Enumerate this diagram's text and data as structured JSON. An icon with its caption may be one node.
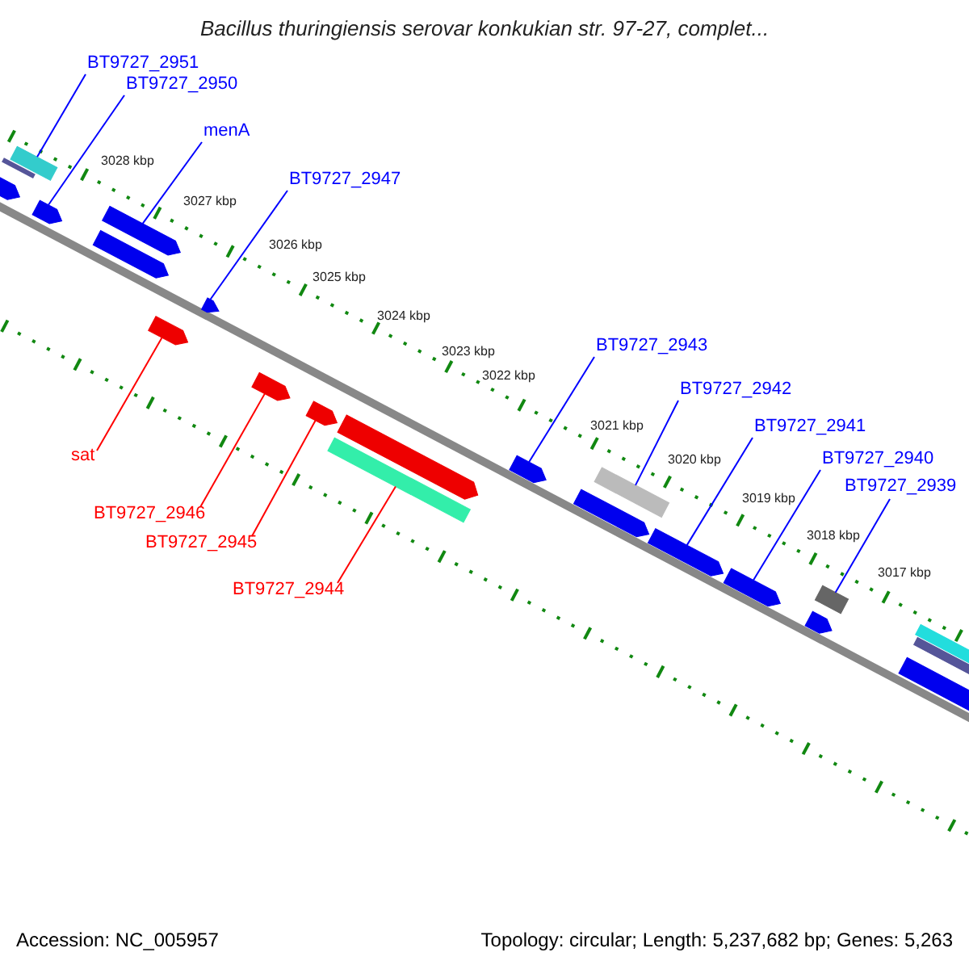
{
  "diagram": {
    "title": "Bacillus thuringiensis serovar konkukian str. 97-27, complet...",
    "nodes": [
      {
        "text": [
          "BT9727_2951"
        ]
      },
      {
        "text": [
          "BT9727_2950"
        ]
      },
      {
        "text": [
          "menA"
        ]
      },
      {
        "text": [
          "BT9727_2947"
        ]
      },
      {
        "text": [
          "BT9727_2943"
        ]
      },
      {
        "text": [
          "BT9727_2942"
        ]
      },
      {
        "text": [
          "BT9727_2941"
        ]
      },
      {
        "text": [
          "BT9727_2940"
        ]
      },
      {
        "text": [
          "BT9727_2939"
        ]
      },
      {
        "text": [
          "sat"
        ]
      },
      {
        "text": [
          "BT9727_2946"
        ]
      },
      {
        "text": [
          "BT9727_2945"
        ]
      },
      {
        "text": [
          "BT9727_2944"
        ]
      },
      {
        "text": [],
        "shape": "bar"
      },
      {
        "text": [],
        "shape": "bar"
      },
      {
        "text": [],
        "shape": "bar"
      },
      {
        "text": [],
        "shape": "bar"
      },
      {
        "text": [],
        "shape": "bar"
      },
      {
        "text": [],
        "shape": "bar"
      },
      {
        "text": [],
        "shape": "bar"
      },
      {
        "text": [],
        "shape": "bar"
      },
      {
        "text": [],
        "shape": "bar"
      },
      {
        "text": [],
        "shape": "bar"
      },
      {
        "text": [],
        "shape": "bar"
      },
      {
        "text": [],
        "shape": "bar"
      },
      {
        "text": [],
        "shape": "bar"
      },
      {
        "text": [],
        "shape": "bar"
      },
      {
        "text": [],
        "shape": "bar"
      },
      {
        "text": [],
        "shape": "bar"
      },
      {
        "text": [],
        "shape": "bar"
      },
      {
        "text": [],
        "shape": "bar"
      }
    ],
    "edges": [
      {
        "from": 0,
        "to": 14,
        "arrow": "none"
      },
      {
        "from": 1,
        "to": 15,
        "arrow": "none"
      },
      {
        "from": 2,
        "to": 16,
        "arrow": "none"
      },
      {
        "from": 3,
        "to": 19,
        "arrow": "none"
      },
      {
        "from": 4,
        "to": 24,
        "arrow": "none"
      },
      {
        "from": 5,
        "to": 26,
        "arrow": "none"
      },
      {
        "from": 6,
        "to": 27,
        "arrow": "none"
      },
      {
        "from": 7,
        "to": 28,
        "arrow": "none"
      },
      {
        "from": 8,
        "to": 29,
        "arrow": "none"
      },
      {
        "from": 9,
        "to": 18,
        "arrow": "none",
        "color": "#ff0000"
      },
      {
        "from": 10,
        "to": 20,
        "arrow": "none",
        "color": "#ff0000"
      },
      {
        "from": 11,
        "to": 21,
        "arrow": "none",
        "color": "#ff0000"
      },
      {
        "from": 12,
        "to": 22,
        "arrow": "none",
        "color": "#ff0000"
      }
    ],
    "labels": [
      "3028 kbp",
      "3027 kbp",
      "3026 kbp",
      "3025 kbp",
      "3024 kbp",
      "3023 kbp",
      "3022 kbp",
      "3021 kbp",
      "3020 kbp",
      "3019 kbp",
      "3018 kbp",
      "3017 kbp",
      "Accession: NC_005957",
      "Topology: circular; Length: 5,237,682 bp; Genes: 5,263"
    ]
  }
}
